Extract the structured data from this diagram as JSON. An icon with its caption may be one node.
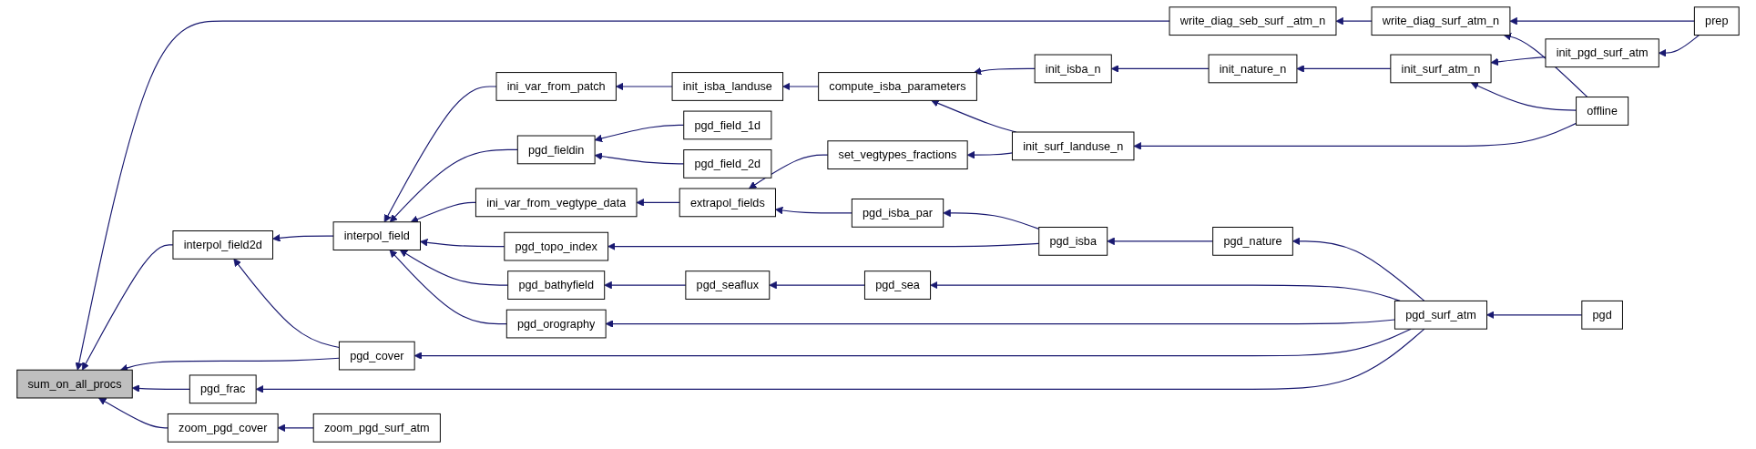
{
  "diagram": {
    "nodes": [
      {
        "text": [
          "sum_on_all_procs"
        ]
      },
      {
        "text": [
          "write_diag_seb_surf _atm_n"
        ]
      },
      {
        "text": [
          "interpol_field2d"
        ]
      },
      {
        "text": [
          "zoom_pgd_cover"
        ]
      },
      {
        "text": [
          "interpol_field"
        ]
      },
      {
        "text": [
          "pgd_cover"
        ]
      },
      {
        "text": [
          "pgd_frac"
        ]
      },
      {
        "text": [
          "zoom_pgd_surf_atm"
        ]
      },
      {
        "text": [
          "ini_var_from_patch"
        ]
      },
      {
        "text": [
          "pgd_fieldin"
        ]
      },
      {
        "text": [
          "ini_var_from_vegtype_data"
        ]
      },
      {
        "text": [
          "pgd_topo_index"
        ]
      },
      {
        "text": [
          "init_isba_landuse"
        ]
      },
      {
        "text": [
          "pgd_field_1d"
        ]
      },
      {
        "text": [
          "pgd_field_2d"
        ]
      },
      {
        "text": [
          "extrapol_fields"
        ]
      },
      {
        "text": [
          "pgd_bathyfield"
        ]
      },
      {
        "text": [
          "compute_isba_parameters"
        ]
      },
      {
        "text": [
          "set_vegtypes_fractions"
        ]
      },
      {
        "text": [
          "pgd_isba_par"
        ]
      },
      {
        "text": [
          "pgd_seaflux"
        ]
      },
      {
        "text": [
          "init_isba_n"
        ]
      },
      {
        "text": [
          "init_surf_landuse_n"
        ]
      },
      {
        "text": [
          "pgd_isba"
        ]
      },
      {
        "text": [
          "init_nature_n"
        ]
      },
      {
        "text": [
          "pgd_nature"
        ]
      },
      {
        "text": [
          "pgd_sea"
        ]
      },
      {
        "text": [
          "pgd_orography"
        ]
      },
      {
        "text": [
          "write_diag_surf_atm_n"
        ]
      },
      {
        "text": [
          "init_surf_atm_n"
        ]
      },
      {
        "text": [
          "pgd_surf_atm"
        ]
      },
      {
        "text": [
          "init_pgd_surf_atm"
        ]
      },
      {
        "text": [
          "offline"
        ]
      },
      {
        "text": [
          "pgd"
        ]
      },
      {
        "text": [
          "prep"
        ]
      }
    ],
    "edges": [
      {
        "from": 1,
        "to": 0,
        "arrow": "to"
      },
      {
        "from": 2,
        "to": 0,
        "arrow": "to"
      },
      {
        "from": 5,
        "to": 0,
        "arrow": "to"
      },
      {
        "from": 6,
        "to": 0,
        "arrow": "to"
      },
      {
        "from": 3,
        "to": 0,
        "arrow": "to"
      },
      {
        "from": 28,
        "to": 1,
        "arrow": "to"
      },
      {
        "from": 4,
        "to": 2,
        "arrow": "to"
      },
      {
        "from": 5,
        "to": 2,
        "arrow": "to"
      },
      {
        "from": 7,
        "to": 3,
        "arrow": "to"
      },
      {
        "from": 8,
        "to": 4,
        "arrow": "to"
      },
      {
        "from": 9,
        "to": 4,
        "arrow": "to"
      },
      {
        "from": 10,
        "to": 4,
        "arrow": "to"
      },
      {
        "from": 11,
        "to": 4,
        "arrow": "to"
      },
      {
        "from": 16,
        "to": 4,
        "arrow": "to"
      },
      {
        "from": 27,
        "to": 4,
        "arrow": "to"
      },
      {
        "from": 30,
        "to": 5,
        "arrow": "to"
      },
      {
        "from": 30,
        "to": 6,
        "arrow": "to"
      },
      {
        "from": 12,
        "to": 8,
        "arrow": "to"
      },
      {
        "from": 13,
        "to": 9,
        "arrow": "to"
      },
      {
        "from": 14,
        "to": 9,
        "arrow": "to"
      },
      {
        "from": 15,
        "to": 10,
        "arrow": "to"
      },
      {
        "from": 23,
        "to": 11,
        "arrow": "to"
      },
      {
        "from": 17,
        "to": 12,
        "arrow": "to"
      },
      {
        "from": 18,
        "to": 15,
        "arrow": "to"
      },
      {
        "from": 19,
        "to": 15,
        "arrow": "to"
      },
      {
        "from": 20,
        "to": 16,
        "arrow": "to"
      },
      {
        "from": 21,
        "to": 17,
        "arrow": "to"
      },
      {
        "from": 22,
        "to": 17,
        "arrow": "to"
      },
      {
        "from": 22,
        "to": 18,
        "arrow": "to"
      },
      {
        "from": 23,
        "to": 19,
        "arrow": "to"
      },
      {
        "from": 26,
        "to": 20,
        "arrow": "to"
      },
      {
        "from": 24,
        "to": 21,
        "arrow": "to"
      },
      {
        "from": 32,
        "to": 22,
        "arrow": "to"
      },
      {
        "from": 25,
        "to": 23,
        "arrow": "to"
      },
      {
        "from": 29,
        "to": 24,
        "arrow": "to"
      },
      {
        "from": 30,
        "to": 25,
        "arrow": "to"
      },
      {
        "from": 30,
        "to": 26,
        "arrow": "to"
      },
      {
        "from": 30,
        "to": 27,
        "arrow": "to"
      },
      {
        "from": 34,
        "to": 28,
        "arrow": "to"
      },
      {
        "from": 32,
        "to": 28,
        "arrow": "to"
      },
      {
        "from": 31,
        "to": 29,
        "arrow": "to"
      },
      {
        "from": 32,
        "to": 29,
        "arrow": "to"
      },
      {
        "from": 33,
        "to": 30,
        "arrow": "to"
      },
      {
        "from": 34,
        "to": 31,
        "arrow": "to"
      }
    ]
  }
}
